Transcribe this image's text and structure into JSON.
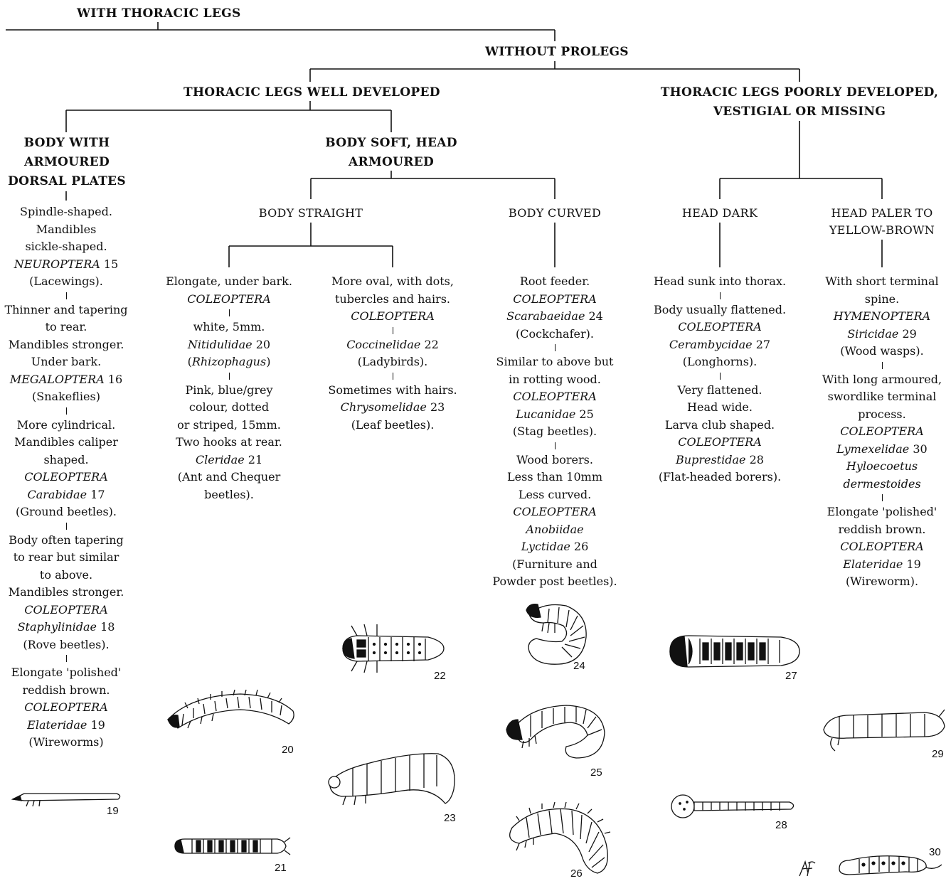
{
  "headers": {
    "root": "WITH THORACIC LEGS",
    "without_prolegs": "WITHOUT PROLEGS",
    "legs_well": "THORACIC LEGS WELL DEVELOPED",
    "legs_poor": [
      "THORACIC LEGS POORLY DEVELOPED,",
      "VESTIGIAL OR MISSING"
    ],
    "armoured": [
      "BODY WITH",
      "ARMOURED",
      "DORSAL PLATES"
    ],
    "soft": [
      "BODY SOFT, HEAD",
      "ARMOURED"
    ],
    "straight": "BODY STRAIGHT",
    "curved": "BODY CURVED",
    "head_dark": "HEAD DARK",
    "head_paler": [
      "HEAD PALER TO",
      "YELLOW-BROWN"
    ]
  },
  "columns": {
    "armoured": [
      [
        {
          "t": "Spindle-shaped."
        },
        {
          "t": "Mandibles"
        },
        {
          "t": "sickle-shaped."
        },
        {
          "t": "NEUROPTERA",
          "i": true,
          "n": " 15"
        },
        {
          "t": "(Lacewings)."
        }
      ],
      [
        {
          "t": "Thinner and tapering"
        },
        {
          "t": "to rear."
        },
        {
          "t": "Mandibles stronger."
        },
        {
          "t": "Under bark."
        },
        {
          "t": "MEGALOPTERA",
          "i": true,
          "n": " 16"
        },
        {
          "t": "(Snakeflies)"
        }
      ],
      [
        {
          "t": "More cylindrical."
        },
        {
          "t": "Mandibles caliper"
        },
        {
          "t": "shaped."
        },
        {
          "t": "COLEOPTERA",
          "i": true
        },
        {
          "t": "Carabidae",
          "i": true,
          "n": " 17"
        },
        {
          "t": "(Ground beetles)."
        }
      ],
      [
        {
          "t": "Body often tapering"
        },
        {
          "t": "to rear but similar"
        },
        {
          "t": "to above."
        },
        {
          "t": "Mandibles stronger."
        },
        {
          "t": "COLEOPTERA",
          "i": true
        },
        {
          "t": "Staphylinidae",
          "i": true,
          "n": " 18"
        },
        {
          "t": "(Rove beetles)."
        }
      ],
      [
        {
          "t": "Elongate 'polished'"
        },
        {
          "t": "reddish brown."
        },
        {
          "t": "COLEOPTERA",
          "i": true
        },
        {
          "t": "Elateridae",
          "i": true,
          "n": " 19"
        },
        {
          "t": "(Wireworms)"
        }
      ]
    ],
    "straight_left": [
      [
        {
          "t": "Elongate, under bark."
        },
        {
          "t": "COLEOPTERA",
          "i": true
        }
      ],
      [
        {
          "t": "white, 5mm."
        },
        {
          "t": "Nitidulidae",
          "i": true,
          "n": " 20"
        },
        {
          "t": "(",
          "n": "Rhizophagus",
          "after": ")",
          "mixed": true
        }
      ],
      [
        {
          "t": "Pink, blue/grey"
        },
        {
          "t": "colour, dotted"
        },
        {
          "t": "or striped, 15mm."
        },
        {
          "t": "Two hooks at rear."
        },
        {
          "t": "Cleridae",
          "i": true,
          "n": " 21"
        },
        {
          "t": "(Ant and Chequer"
        },
        {
          "t": "beetles)."
        }
      ]
    ],
    "straight_right": [
      [
        {
          "t": "More oval, with dots,"
        },
        {
          "t": "tubercles and hairs."
        },
        {
          "t": "COLEOPTERA",
          "i": true
        }
      ],
      [
        {
          "t": "Coccinelidae",
          "i": true,
          "n": " 22"
        },
        {
          "t": "(Ladybirds)."
        }
      ],
      [
        {
          "t": "Sometimes with hairs."
        },
        {
          "t": "Chrysomelidae",
          "i": true,
          "n": " 23"
        },
        {
          "t": "(Leaf beetles)."
        }
      ]
    ],
    "curved": [
      [
        {
          "t": "Root feeder."
        },
        {
          "t": "COLEOPTERA",
          "i": true
        },
        {
          "t": "Scarabaeidae",
          "i": true,
          "n": " 24"
        },
        {
          "t": "(Cockchafer)."
        }
      ],
      [
        {
          "t": "Similar to above but"
        },
        {
          "t": "in rotting wood."
        },
        {
          "t": "COLEOPTERA",
          "i": true
        },
        {
          "t": "Lucanidae",
          "i": true,
          "n": " 25"
        },
        {
          "t": "(Stag beetles)."
        }
      ],
      [
        {
          "t": "Wood borers."
        },
        {
          "t": "Less than 10mm"
        },
        {
          "t": "Less curved."
        },
        {
          "t": "COLEOPTERA",
          "i": true
        },
        {
          "t": "Anobiidae",
          "i": true
        },
        {
          "t": "Lyctidae",
          "i": true,
          "n": " 26"
        },
        {
          "t": "(Furniture and"
        },
        {
          "t": "Powder post beetles)."
        }
      ]
    ],
    "head_dark": [
      [
        {
          "t": "Head sunk into thorax."
        }
      ],
      [
        {
          "t": "Body usually flattened."
        },
        {
          "t": "COLEOPTERA",
          "i": true
        },
        {
          "t": "Cerambycidae",
          "i": true,
          "n": " 27"
        },
        {
          "t": "(Longhorns)."
        }
      ],
      [
        {
          "t": "Very flattened."
        },
        {
          "t": "Head wide."
        },
        {
          "t": "Larva club shaped."
        },
        {
          "t": "COLEOPTERA",
          "i": true
        },
        {
          "t": "Buprestidae",
          "i": true,
          "n": " 28"
        },
        {
          "t": "(Flat-headed borers)."
        }
      ]
    ],
    "head_paler": [
      [
        {
          "t": "With short terminal"
        },
        {
          "t": "spine."
        },
        {
          "t": "HYMENOPTERA",
          "i": true
        },
        {
          "t": "Siricidae",
          "i": true,
          "n": " 29"
        },
        {
          "t": "(Wood wasps)."
        }
      ],
      [
        {
          "t": "With long armoured,"
        },
        {
          "t": "swordlike terminal"
        },
        {
          "t": "process."
        },
        {
          "t": "COLEOPTERA",
          "i": true
        },
        {
          "t": "Lymexelidae",
          "i": true,
          "n": " 30"
        },
        {
          "t": "Hyloecoetus",
          "i": true
        },
        {
          "t": "dermestoides",
          "i": true
        }
      ],
      [
        {
          "t": "Elongate 'polished'"
        },
        {
          "t": "reddish brown."
        },
        {
          "t": "COLEOPTERA",
          "i": true
        },
        {
          "t": "Elateridae",
          "i": true,
          "n": " 19"
        },
        {
          "t": "(Wireworm)."
        }
      ]
    ]
  },
  "figures": [
    "19",
    "20",
    "21",
    "22",
    "23",
    "24",
    "25",
    "26",
    "27",
    "28",
    "29",
    "30"
  ],
  "signature": "AF"
}
